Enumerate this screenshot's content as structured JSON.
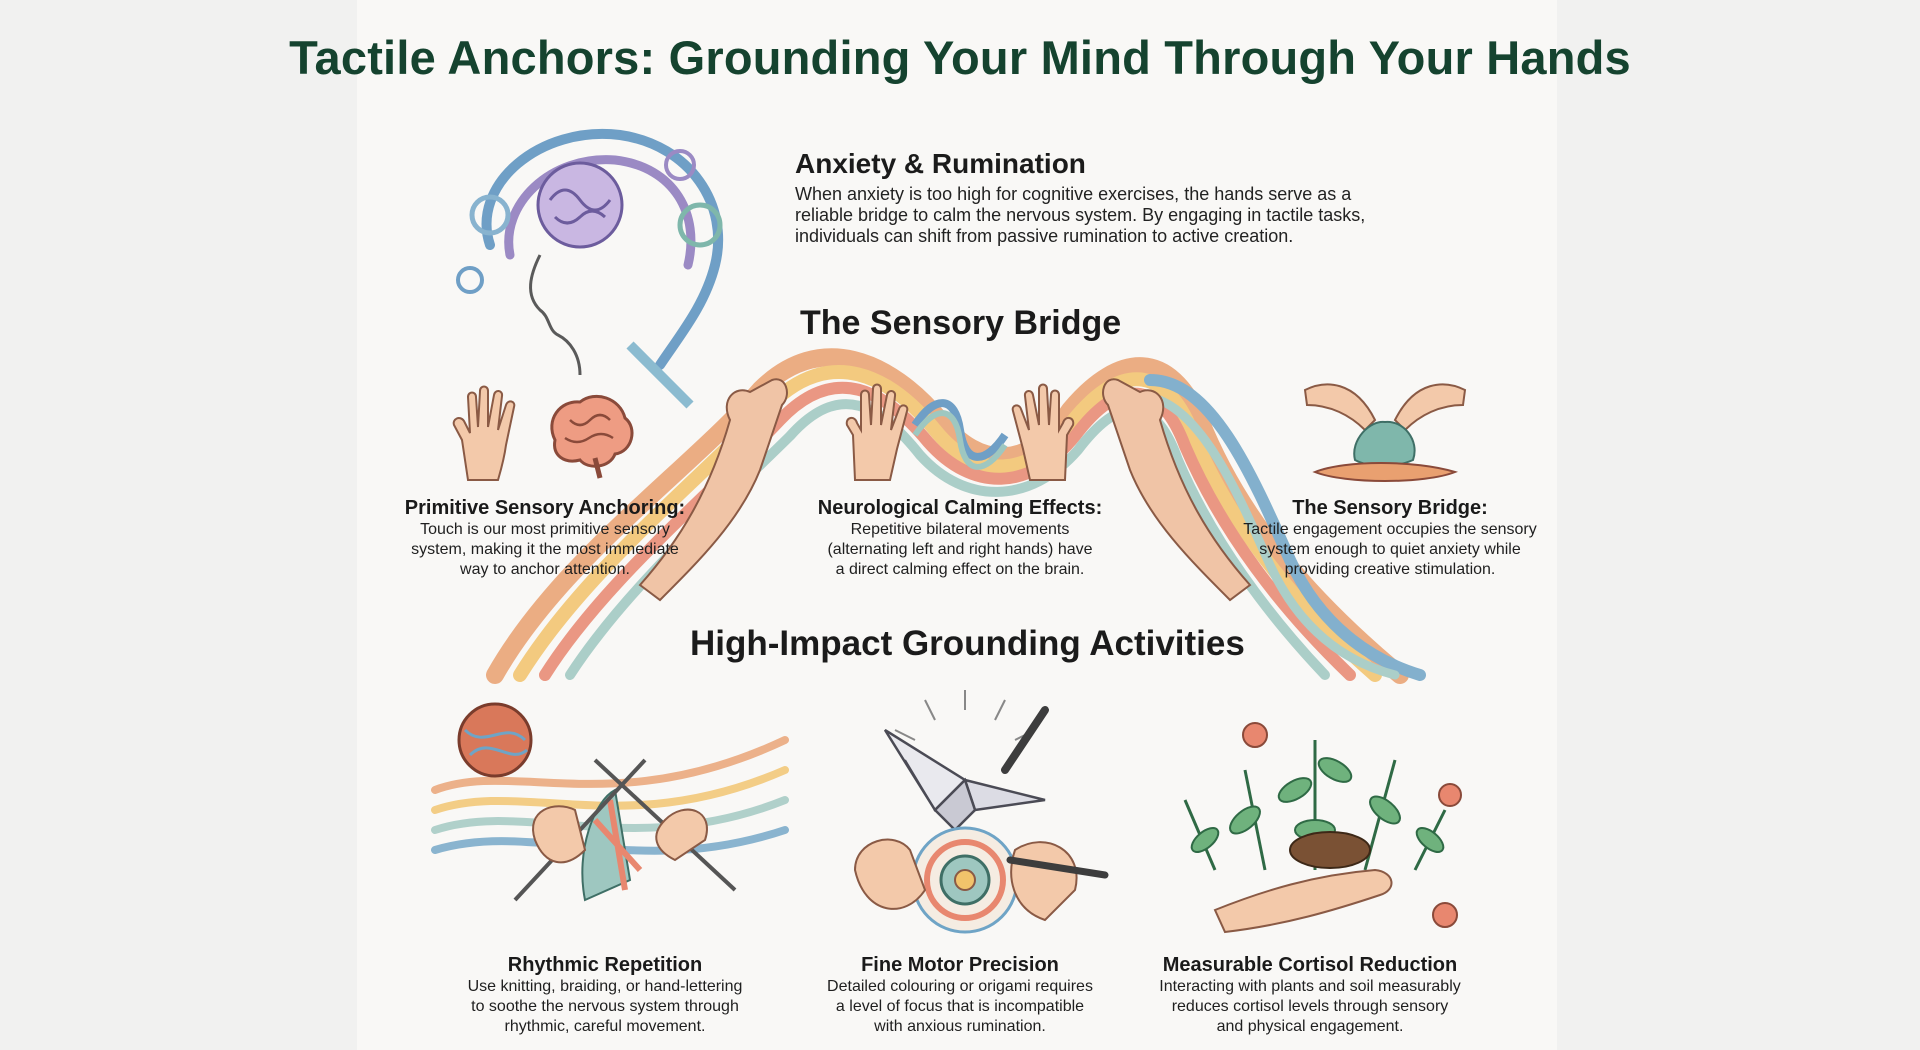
{
  "title": "Tactile Anchors: Grounding Your Mind Through Your Hands",
  "anxiety": {
    "heading": "Anxiety & Rumination",
    "lines": [
      "When anxiety is too high for cognitive exercises, the hands serve as a",
      "reliable bridge to calm the nervous system. By engaging in tactile tasks,",
      "individuals can shift from passive rumination to active creation."
    ]
  },
  "bridge_heading": "The Sensory Bridge",
  "bridge_items": [
    {
      "title": "Primitive Sensory Anchoring:",
      "lines": [
        "Touch is our most primitive sensory",
        "system, making it the most immediate",
        "way to anchor attention."
      ]
    },
    {
      "title": "Neurological Calming Effects:",
      "lines": [
        "Repetitive bilateral movements",
        "(alternating left and right hands) have",
        "a direct calming effect on the brain."
      ]
    },
    {
      "title": "The Sensory Bridge:",
      "lines": [
        "Tactile engagement occupies the sensory",
        "system enough to quiet anxiety while",
        "providing creative stimulation."
      ]
    }
  ],
  "activities_heading": "High-Impact Grounding Activities",
  "activities": [
    {
      "title": "Rhythmic Repetition",
      "lines": [
        "Use knitting, braiding, or hand-lettering",
        "to soothe the nervous system through",
        "rhythmic, careful movement."
      ]
    },
    {
      "title": "Fine Motor Precision",
      "lines": [
        "Detailed colouring or origami requires",
        "a level of focus that is incompatible",
        "with anxious rumination."
      ]
    },
    {
      "title": "Measurable Cortisol Reduction",
      "lines": [
        "Interacting with plants and soil measurably",
        "reduces cortisol levels through sensory",
        "and physical engagement."
      ]
    }
  ],
  "colors": {
    "title": "#15432f",
    "rainbow": [
      "#e9a070",
      "#f2c36b",
      "#e8876f",
      "#9ec7c0",
      "#6fa4c6",
      "#9b8ac4"
    ]
  },
  "icons": [
    "head-swirl-icon",
    "hand-icon",
    "brain-icon",
    "clay-hands-icon",
    "yarn-knitting-icon",
    "origami-crane-icon",
    "plants-soil-icon"
  ]
}
